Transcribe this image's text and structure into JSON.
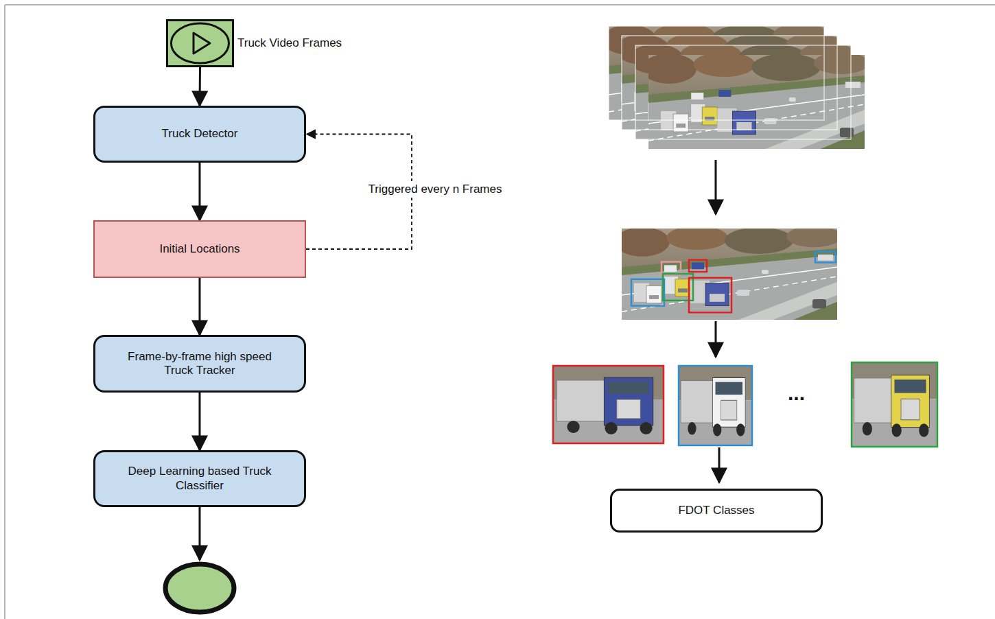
{
  "diagram": {
    "nodes": [
      {
        "text": [
          "Truck Video Frames"
        ]
      },
      {
        "text": [
          "Truck Detector"
        ]
      },
      {
        "text": [
          "Initial Locations"
        ]
      },
      {
        "text": [
          "Frame-by-frame high speed Truck Tracker"
        ]
      },
      {
        "text": [
          "Deep Learning based Truck Classifier"
        ]
      },
      {
        "text": [
          "FDOT Classes"
        ]
      }
    ],
    "edges": [
      {
        "from": 0,
        "to": 1,
        "arrow": "to"
      },
      {
        "from": 1,
        "to": 2,
        "arrow": "to"
      },
      {
        "from": 2,
        "to": 3,
        "arrow": "to"
      },
      {
        "from": 3,
        "to": 4,
        "arrow": "to"
      },
      {
        "from": 2,
        "to": 1,
        "label": "Triggered every n Frames",
        "arrow": "to"
      }
    ],
    "labels": [
      "..."
    ]
  }
}
